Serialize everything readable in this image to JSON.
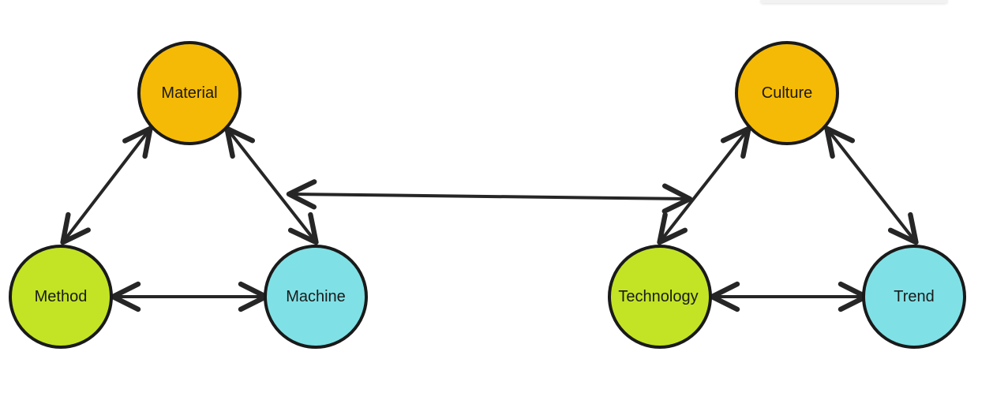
{
  "colors": {
    "orange": "#F5BA05",
    "lime": "#C3E425",
    "cyan": "#7FE1E6",
    "stroke": "#1a1a1a",
    "edge": "#262626"
  },
  "diagram": {
    "nodes": [
      {
        "id": "material",
        "label": "Material",
        "color": "orange"
      },
      {
        "id": "method",
        "label": "Method",
        "color": "lime"
      },
      {
        "id": "machine",
        "label": "Machine",
        "color": "cyan"
      },
      {
        "id": "culture",
        "label": "Culture",
        "color": "orange"
      },
      {
        "id": "technology",
        "label": "Technology",
        "color": "lime"
      },
      {
        "id": "trend",
        "label": "Trend",
        "color": "cyan"
      }
    ],
    "edges": [
      {
        "from": "material",
        "to": "method",
        "bidirectional": true
      },
      {
        "from": "material",
        "to": "machine",
        "bidirectional": true
      },
      {
        "from": "method",
        "to": "machine",
        "bidirectional": true
      },
      {
        "from": "culture",
        "to": "technology",
        "bidirectional": true
      },
      {
        "from": "culture",
        "to": "trend",
        "bidirectional": true
      },
      {
        "from": "technology",
        "to": "trend",
        "bidirectional": true
      },
      {
        "from": "left-group",
        "to": "right-group",
        "bidirectional": true
      }
    ]
  }
}
